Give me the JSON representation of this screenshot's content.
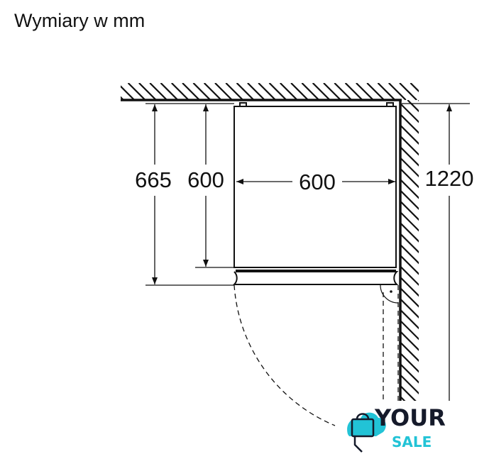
{
  "title": "Wymiary w mm",
  "dimensions": {
    "total_depth_with_door": "665",
    "body_depth": "600",
    "body_width": "600",
    "door_open_clearance": "1220"
  },
  "units": "mm",
  "logo": {
    "line1": "YOUR",
    "line2": "SALE"
  },
  "colors": {
    "line": "#111111",
    "logo_dark": "#151a2a",
    "logo_accent": "#22c3d6"
  }
}
